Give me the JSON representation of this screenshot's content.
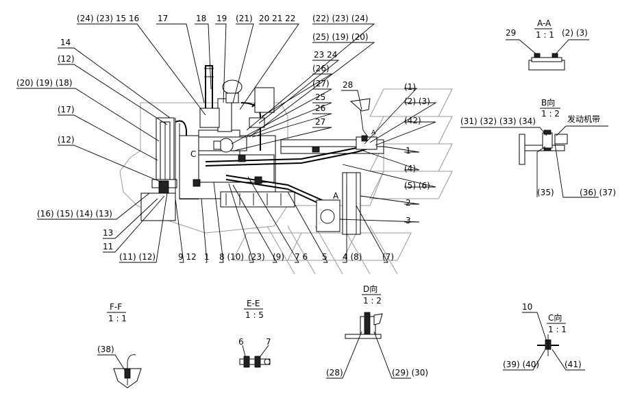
{
  "main_callouts": {
    "top": [
      "(24) (23) 15 16",
      "17",
      "18",
      "19",
      "(21)",
      "20 21 22",
      "(22) (23) (24)",
      "(25) (19) (20)",
      "23 24",
      "(26)",
      "(27)",
      "25",
      "26",
      "27",
      "28"
    ],
    "left": [
      "14",
      "(12)",
      "(20) (19) (18)",
      "(17)",
      "(12)",
      "(16) (15) (14) (13)",
      "13",
      "11"
    ],
    "bottom": [
      "(11) (12)",
      "9 12",
      "1",
      "8 (10)",
      "(23)",
      "(9)",
      "7 6",
      "5",
      "4 (8)",
      "(7)"
    ],
    "right": [
      "(1)",
      "(2) (3)",
      "(42)",
      "1",
      "(4)",
      "(5) (6)",
      "2",
      "3"
    ],
    "inline": [
      "C",
      "A",
      "A"
    ]
  },
  "views": {
    "aa": {
      "title": "A-A",
      "scale": "1 : 1",
      "labels": [
        "29",
        "(2) (3)"
      ]
    },
    "b": {
      "title": "B向",
      "scale": "1 : 2",
      "labels": [
        "(31) (32) (33) (34)",
        "发动机带",
        "(35)",
        "(36) (37)"
      ]
    },
    "ff": {
      "title": "F-F",
      "scale": "1 : 1",
      "labels": [
        "(38)"
      ]
    },
    "ee": {
      "title": "E-E",
      "scale": "1 : 5",
      "labels": [
        "6",
        "7"
      ]
    },
    "d": {
      "title": "D向",
      "scale": "1 : 2",
      "labels": [
        "(28)",
        "(29) (30)"
      ]
    },
    "c": {
      "title": "C向",
      "scale": "1 : 1",
      "labels": [
        "10",
        "(39) (40)",
        "(41)"
      ]
    }
  }
}
